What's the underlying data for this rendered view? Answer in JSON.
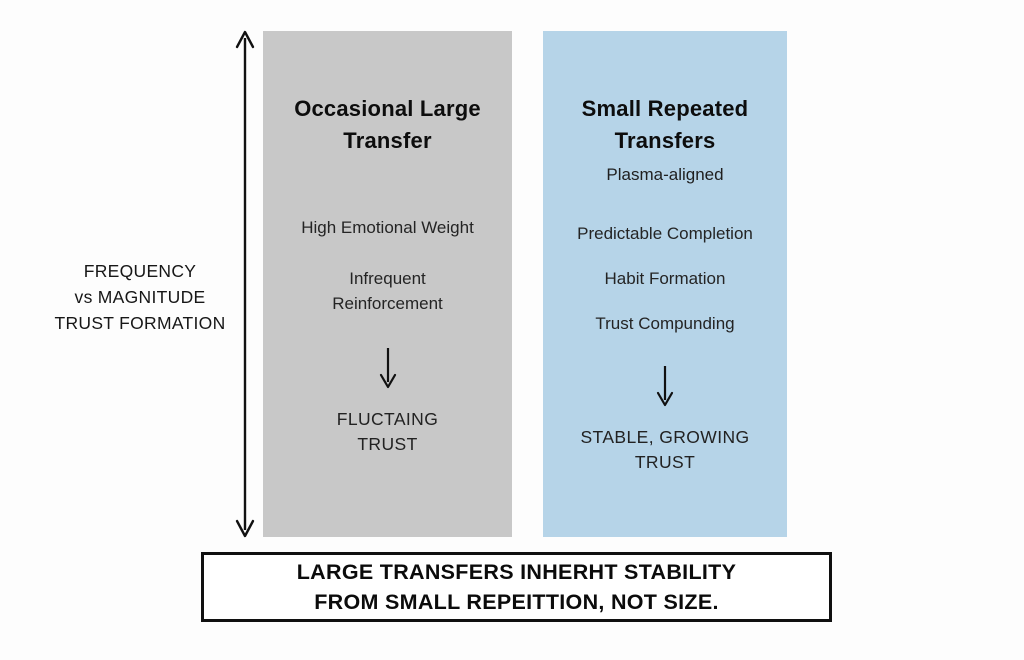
{
  "axis": {
    "lines": [
      "FREQUENCY",
      "vs MAGNITUDE",
      "TRUST FORMATION"
    ],
    "arrow_name": "double-headed-vertical-arrow"
  },
  "columns": {
    "left": {
      "title_line1": "Occasional Large",
      "title_line2": "Transfer",
      "subtitle": "",
      "items": [
        "High Emotional Weight",
        "Infrequent",
        "Reinforcement"
      ],
      "outcome_line1": "FLUCTAING",
      "outcome_line2": "TRUST",
      "bg_color": "#c8c8c8"
    },
    "right": {
      "title_line1": "Small Repeated",
      "title_line2": "Transfers",
      "subtitle": "Plasma-aligned",
      "items": [
        "Predictable Completion",
        "Habit Formation",
        "Trust Compunding"
      ],
      "outcome_line1": "STABLE, GROWING",
      "outcome_line2": "TRUST",
      "bg_color": "#b6d4e8"
    }
  },
  "banner": {
    "line1": "LARGE TRANSFERS  INHERHT STABILITY",
    "line2": "FROM SMALL REPEITTION, NOT SIZE."
  }
}
